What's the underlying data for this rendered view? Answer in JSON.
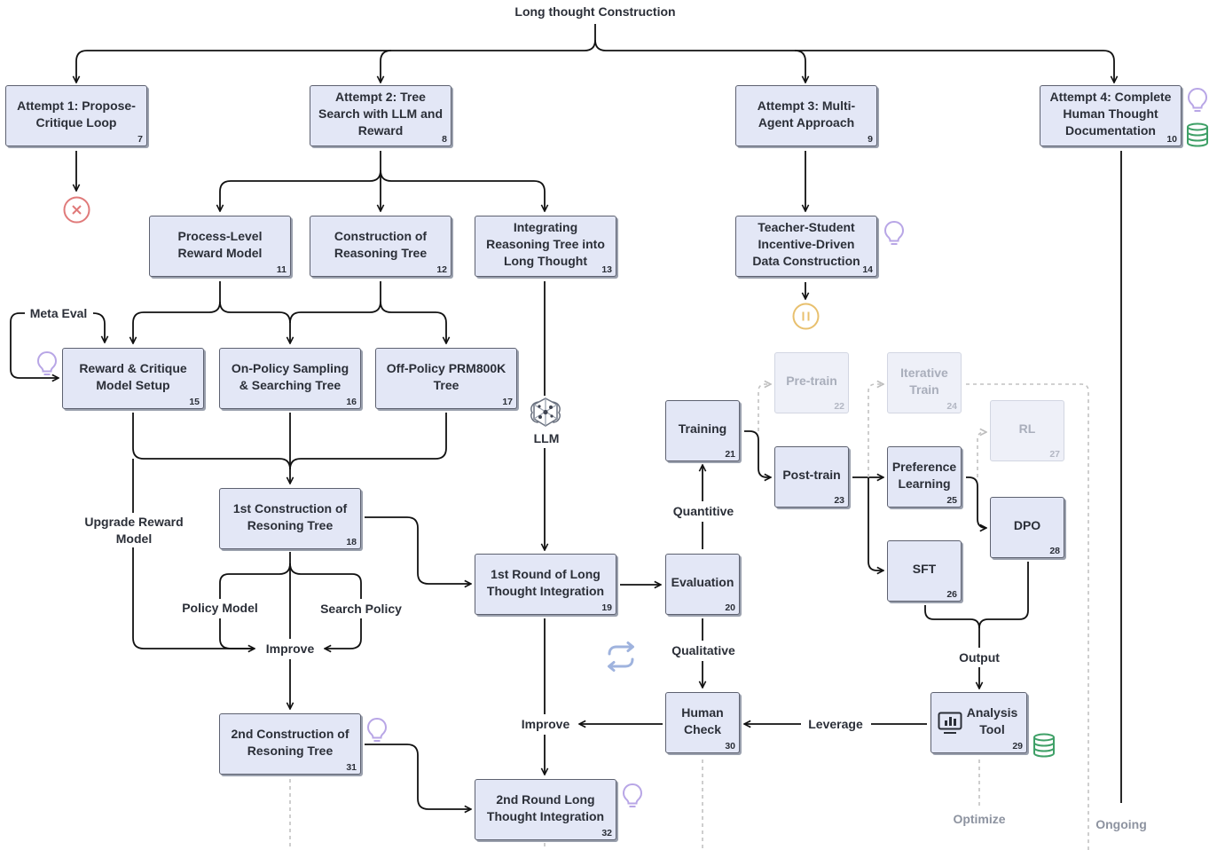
{
  "title": "Long thought Construction",
  "nodes": {
    "n7": {
      "label": "Attempt 1: Propose-Critique Loop",
      "num": "7"
    },
    "n8": {
      "label": "Attempt 2: Tree Search with LLM and Reward",
      "num": "8"
    },
    "n9": {
      "label": "Attempt 3: Multi-Agent Approach",
      "num": "9"
    },
    "n10": {
      "label": "Attempt 4: Complete Human Thought Documentation",
      "num": "10"
    },
    "n11": {
      "label": "Process-Level Reward Model",
      "num": "11"
    },
    "n12": {
      "label": "Construction of Reasoning Tree",
      "num": "12"
    },
    "n13": {
      "label": "Integrating Reasoning Tree into Long Thought",
      "num": "13"
    },
    "n14": {
      "label": "Teacher-Student Incentive-Driven Data Construction",
      "num": "14"
    },
    "n15": {
      "label": "Reward & Critique Model Setup",
      "num": "15"
    },
    "n16": {
      "label": "On-Policy Sampling & Searching Tree",
      "num": "16"
    },
    "n17": {
      "label": "Off-Policy PRM800K Tree",
      "num": "17"
    },
    "n18": {
      "label": "1st Construction of Resoning Tree",
      "num": "18"
    },
    "n19": {
      "label": "1st Round of Long Thought Integration",
      "num": "19"
    },
    "n20": {
      "label": "Evaluation",
      "num": "20"
    },
    "n21": {
      "label": "Training",
      "num": "21"
    },
    "n22": {
      "label": "Pre-train",
      "num": "22"
    },
    "n23": {
      "label": "Post-train",
      "num": "23"
    },
    "n24": {
      "label": "Iterative Train",
      "num": "24"
    },
    "n25": {
      "label": "Preference Learning",
      "num": "25"
    },
    "n26": {
      "label": "SFT",
      "num": "26"
    },
    "n27": {
      "label": "RL",
      "num": "27"
    },
    "n28": {
      "label": "DPO",
      "num": "28"
    },
    "n29": {
      "label": "Analysis Tool",
      "num": "29"
    },
    "n30": {
      "label": "Human Check",
      "num": "30"
    },
    "n31": {
      "label": "2nd Construction of Resoning Tree",
      "num": "31"
    },
    "n32": {
      "label": "2nd Round Long Thought Integration",
      "num": "32"
    }
  },
  "labels": {
    "meta_eval": "Meta Eval",
    "llm": "LLM",
    "upgrade_reward": "Upgrade Reward Model",
    "policy_model": "Policy Model",
    "search_policy": "Search Policy",
    "improve_1": "Improve",
    "improve_2": "Improve",
    "quantitive": "Quantitive",
    "qualitative": "Qualitative",
    "leverage": "Leverage",
    "output": "Output",
    "optimize": "Optimize",
    "ongoing": "Ongoing"
  },
  "icons": {
    "idea": "lightbulb-icon",
    "data": "database-icon",
    "failed": "x-circle-icon",
    "paused": "pause-circle-icon",
    "loop": "refresh-loop-icon",
    "model": "llm-brain-icon",
    "chart": "bar-chart-icon"
  },
  "colors": {
    "node_fill": "#e3e7f6",
    "node_border": "#5d6170",
    "faded_fill": "#eef0f8",
    "lightbulb": "#b8a6e6",
    "database": "#3fa067",
    "fail": "#e07a7a",
    "pause": "#e8c06e",
    "loop": "#9fb3de"
  }
}
